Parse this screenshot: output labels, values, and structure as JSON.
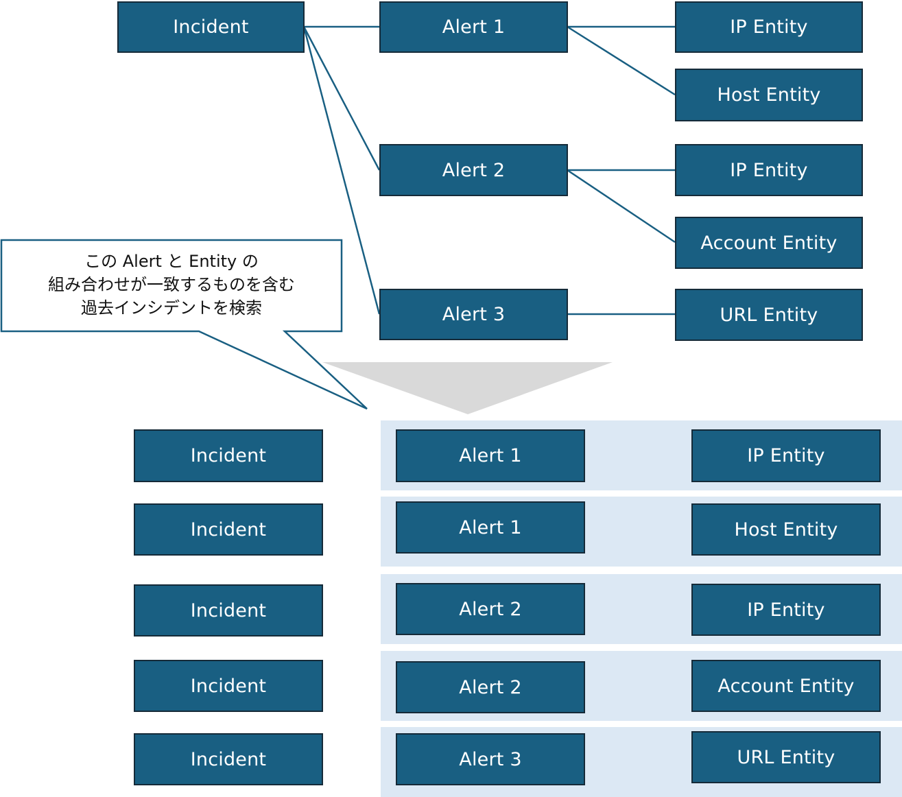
{
  "colors": {
    "node_fill": "#195f82",
    "node_border": "#152a38",
    "edge": "#195f82",
    "band": "#dce8f4",
    "arrow": "#d9d9d9"
  },
  "top": {
    "incident": "Incident",
    "alerts": [
      "Alert 1",
      "Alert 2",
      "Alert 3"
    ],
    "entities": [
      "IP Entity",
      "Host Entity",
      "IP Entity",
      "Account Entity",
      "URL Entity"
    ]
  },
  "callout": {
    "lines": [
      "この Alert と Entity の",
      "組み合わせが一致するものを含む",
      "過去インシデントを検索"
    ]
  },
  "results": [
    {
      "incident": "Incident",
      "alert": "Alert 1",
      "entity": "IP Entity"
    },
    {
      "incident": "Incident",
      "alert": "Alert 1",
      "entity": "Host Entity"
    },
    {
      "incident": "Incident",
      "alert": "Alert 2",
      "entity": "IP Entity"
    },
    {
      "incident": "Incident",
      "alert": "Alert 2",
      "entity": "Account Entity"
    },
    {
      "incident": "Incident",
      "alert": "Alert 3",
      "entity": "URL Entity"
    }
  ]
}
